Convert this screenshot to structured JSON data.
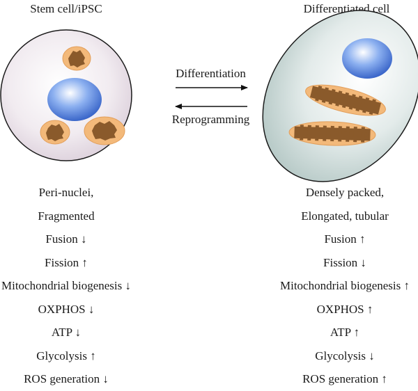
{
  "left": {
    "title": "Stem cell/iPSC",
    "lines": [
      "Peri-nuclei,",
      "Fragmented",
      "Fusion ↓",
      "Fission ↑",
      "Mitochondrial biogenesis ↓",
      "OXPHOS ↓",
      "ATP ↓",
      "Glycolysis ↑",
      "ROS generation ↓"
    ]
  },
  "right": {
    "title": "Differentiated cell",
    "lines": [
      "Densely packed,",
      "Elongated, tubular",
      "Fusion ↑",
      "Fission ↓",
      "Mitochondrial biogenesis ↑",
      "OXPHOS ↑",
      "ATP ↑",
      "Glycolysis ↓",
      "ROS generation ↑"
    ]
  },
  "arrows": {
    "forward_label": "Differentiation",
    "backward_label": "Reprogramming"
  },
  "colors": {
    "nucleus": "#4a78d8",
    "mito_outer": "#f3b97a",
    "mito_inner": "#8a5a2b",
    "stem_cytoplasm": "#ebe2ea",
    "diff_cytoplasm": "#cfdbd8"
  }
}
